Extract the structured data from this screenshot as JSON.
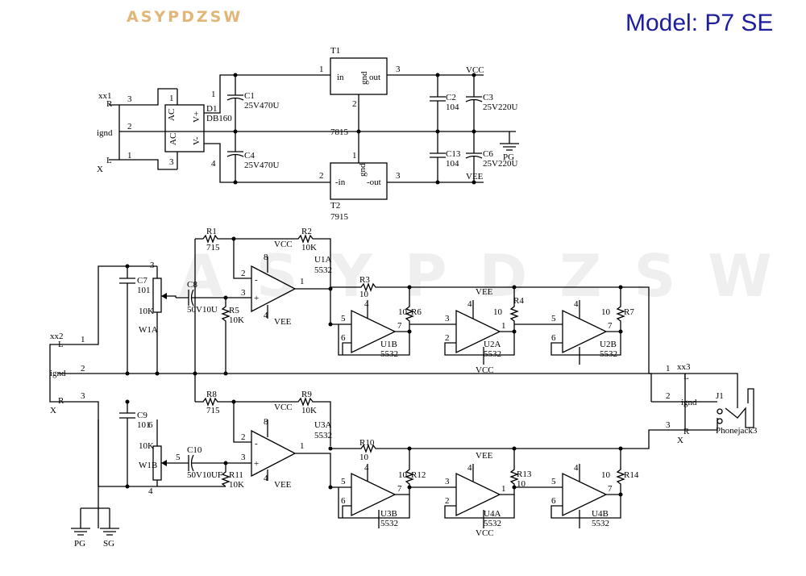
{
  "brand": "ASYPDZSW",
  "model": "Model: P7 SE",
  "watermark": "ASYPDZSW",
  "psu": {
    "xx1": "xx1",
    "conn_R": "R",
    "conn_ignd": "ignd",
    "conn_L": "L",
    "conn_X": "X",
    "pin3": "3",
    "pin2": "2",
    "pin1": "1",
    "d1_name": "D1",
    "d1_part": "DB160",
    "ac1": "AC",
    "ac2": "AC",
    "vp": "V+",
    "vm": "V-",
    "d1_pin3": "3",
    "d1_pin4": "4",
    "d1_pin_top": "1",
    "d1_pin_bot": "3",
    "c1": "C1",
    "c1_val": "25V470U",
    "c4": "C4",
    "c4_val": "25V470U",
    "t1": "T1",
    "t1_in": "in",
    "t1_out": "out",
    "t1_gnd": "gnd",
    "t1_p1": "1",
    "t1_p2": "2",
    "t1_p3": "3",
    "reg_top": "7815",
    "t2": "T2",
    "t2_in": "-in",
    "t2_out": "-out",
    "t2_gnd": "gnd",
    "t2_p1": "1",
    "t2_p2": "2",
    "t2_p3": "3",
    "reg_bot": "7915",
    "vcc": "VCC",
    "vee": "VEE",
    "c2": "C2",
    "c2_val": "104",
    "c3": "C3",
    "c3_val": "25V220U",
    "c13": "C13",
    "c13_val": "104",
    "c6": "C6",
    "c6_val": "25V220U",
    "pg": "PG"
  },
  "amp": {
    "xx2": "xx2",
    "L": "L",
    "ignd": "ignd",
    "R": "R",
    "X": "X",
    "p1": "1",
    "p2": "2",
    "p3": "3",
    "c7": "C7",
    "c7_val": "101",
    "w1a": "W1A",
    "w1a_val": "10K",
    "w1a_pin": "3",
    "c8": "C8",
    "c8_val": "50V10U",
    "r1": "R1",
    "r1_val": "715",
    "r2": "R2",
    "r2_val": "10K",
    "r5": "R5",
    "r5_val": "10K",
    "u1a": "U1A",
    "u1a_part": "5532",
    "op_vcc1": "VCC",
    "op_vee1": "VEE",
    "r3": "R3",
    "r3_val": "10",
    "r6": "R6",
    "r6_val": "10",
    "u1b": "U1B",
    "u1b_part": "5532",
    "u2a": "U2A",
    "u2a_part": "5532",
    "u2b": "U2B",
    "u2b_part": "5532",
    "r4": "R4",
    "r4_val": "10",
    "r7": "R7",
    "r7_val": "10",
    "vee_mid": "VEE",
    "vcc_mid": "VCC",
    "c9": "C9",
    "c9_val": "101",
    "w1b": "W1B",
    "w1b_val": "10K",
    "w1b_pin6": "6",
    "w1b_pin4": "4",
    "c10": "C10",
    "c10_val": "50V10UF",
    "c10_pin": "5",
    "r8": "R8",
    "r8_val": "715",
    "r9": "R9",
    "r9_val": "10K",
    "r11": "R11",
    "r11_val": "10K",
    "u3a": "U3A",
    "u3a_part": "5532",
    "op_vcc2": "VCC",
    "op_vee2": "VEE",
    "r10": "R10",
    "r10_val": "10",
    "r12": "R12",
    "r12_val": "10",
    "u3b": "U3B",
    "u3b_part": "5532",
    "u4a": "U4A",
    "u4a_part": "5532",
    "u4b": "U4B",
    "u4b_part": "5532",
    "r13": "R13",
    "r13_val": "10",
    "r14": "R14",
    "r14_val": "10",
    "vee_bot": "VEE",
    "vcc_bot": "VCC",
    "xx3": "xx3",
    "xx3_L": "L",
    "xx3_ignd": "ignd",
    "xx3_R": "R",
    "xx3_X": "X",
    "xx3_p1": "1",
    "xx3_p2": "2",
    "xx3_p3": "3",
    "j1": "J1",
    "jack": "Phonejack3",
    "pg": "PG",
    "sg": "SG",
    "pin_labels": {
      "plus": "+",
      "minus": "-",
      "p8": "8",
      "p4": "4",
      "p2": "2",
      "p3": "3",
      "p1": "1",
      "p5": "5",
      "p6": "6",
      "p7": "7"
    }
  }
}
